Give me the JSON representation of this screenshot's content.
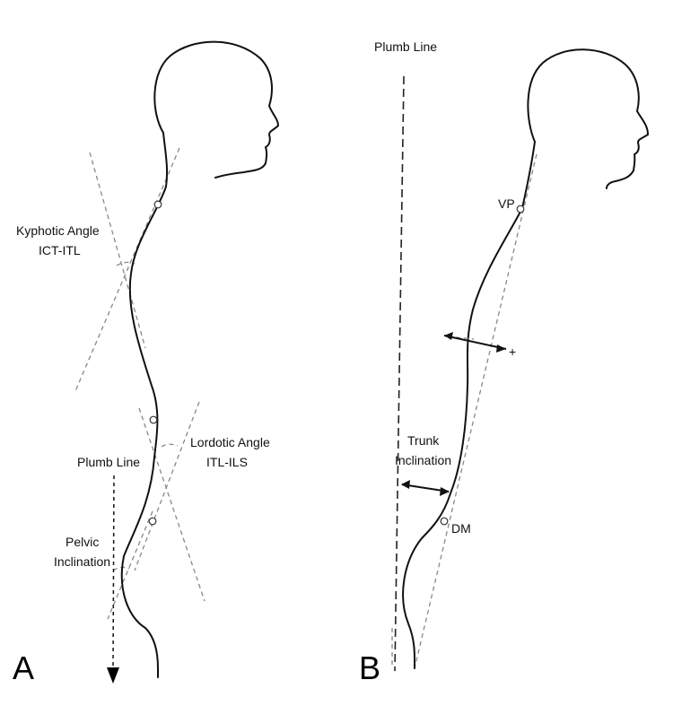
{
  "panel_a": {
    "letter": "A",
    "kyphotic_angle": [
      "Kyphotic Angle",
      "ICT-ITL"
    ],
    "lordotic_angle": [
      "Lordotic Angle",
      "ITL-ILS"
    ],
    "plumb_line": "Plumb Line",
    "pelvic_inclination": [
      "Pelvic",
      "Inclination"
    ]
  },
  "panel_b": {
    "letter": "B",
    "plumb_line": "Plumb Line",
    "trunk_inclination": [
      "Trunk",
      "Inclination"
    ],
    "vp": "VP",
    "dm": "DM",
    "plus_sign": "+"
  }
}
